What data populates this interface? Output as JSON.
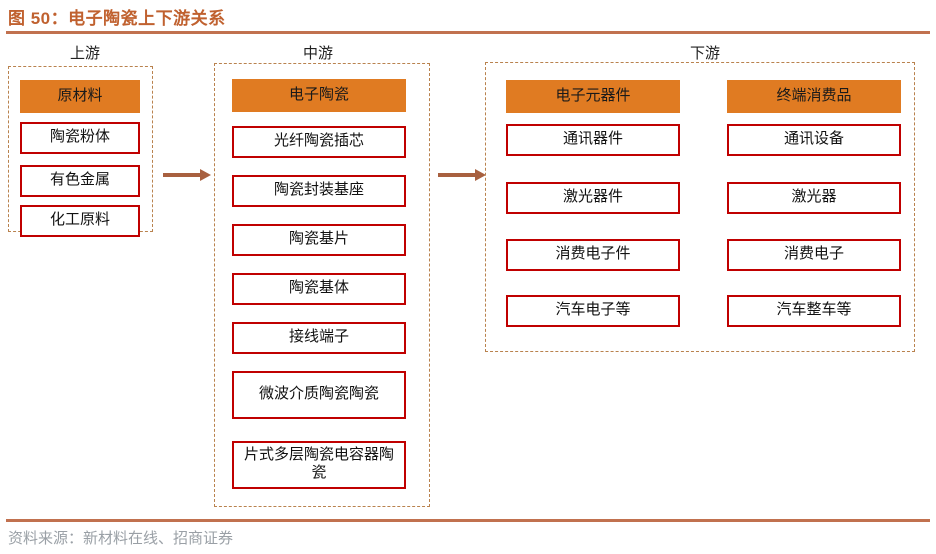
{
  "figure": {
    "title": "图 50：电子陶瓷上下游关系",
    "source_note": "资料来源：新材料在线、招商证券"
  },
  "colors": {
    "title_text": "#C0612F",
    "rule": "#C1714F",
    "header_fill": "#E07B22",
    "node_border": "#C00000",
    "group_border": "#B9824E",
    "arrow": "#A8603F",
    "source_text": "#9AA0A6"
  },
  "stages": {
    "upstream": {
      "caption": "上游",
      "columns": [
        {
          "header": "原材料",
          "items": [
            "陶瓷粉体",
            "有色金属",
            "化工原料"
          ]
        }
      ]
    },
    "midstream": {
      "caption": "中游",
      "columns": [
        {
          "header": "电子陶瓷",
          "items": [
            "光纤陶瓷插芯",
            "陶瓷封装基座",
            "陶瓷基片",
            "陶瓷基体",
            "接线端子",
            "微波介质陶瓷陶瓷",
            "片式多层陶瓷电容器陶瓷"
          ]
        }
      ]
    },
    "downstream": {
      "caption": "下游",
      "columns": [
        {
          "header": "电子元器件",
          "items": [
            "通讯器件",
            "激光器件",
            "消费电子件",
            "汽车电子等"
          ]
        },
        {
          "header": "终端消费品",
          "items": [
            "通讯设备",
            "激光器",
            "消费电子",
            "汽车整车等"
          ]
        }
      ]
    }
  },
  "arrows": [
    {
      "name": "upstream-to-midstream"
    },
    {
      "name": "midstream-to-downstream"
    }
  ]
}
